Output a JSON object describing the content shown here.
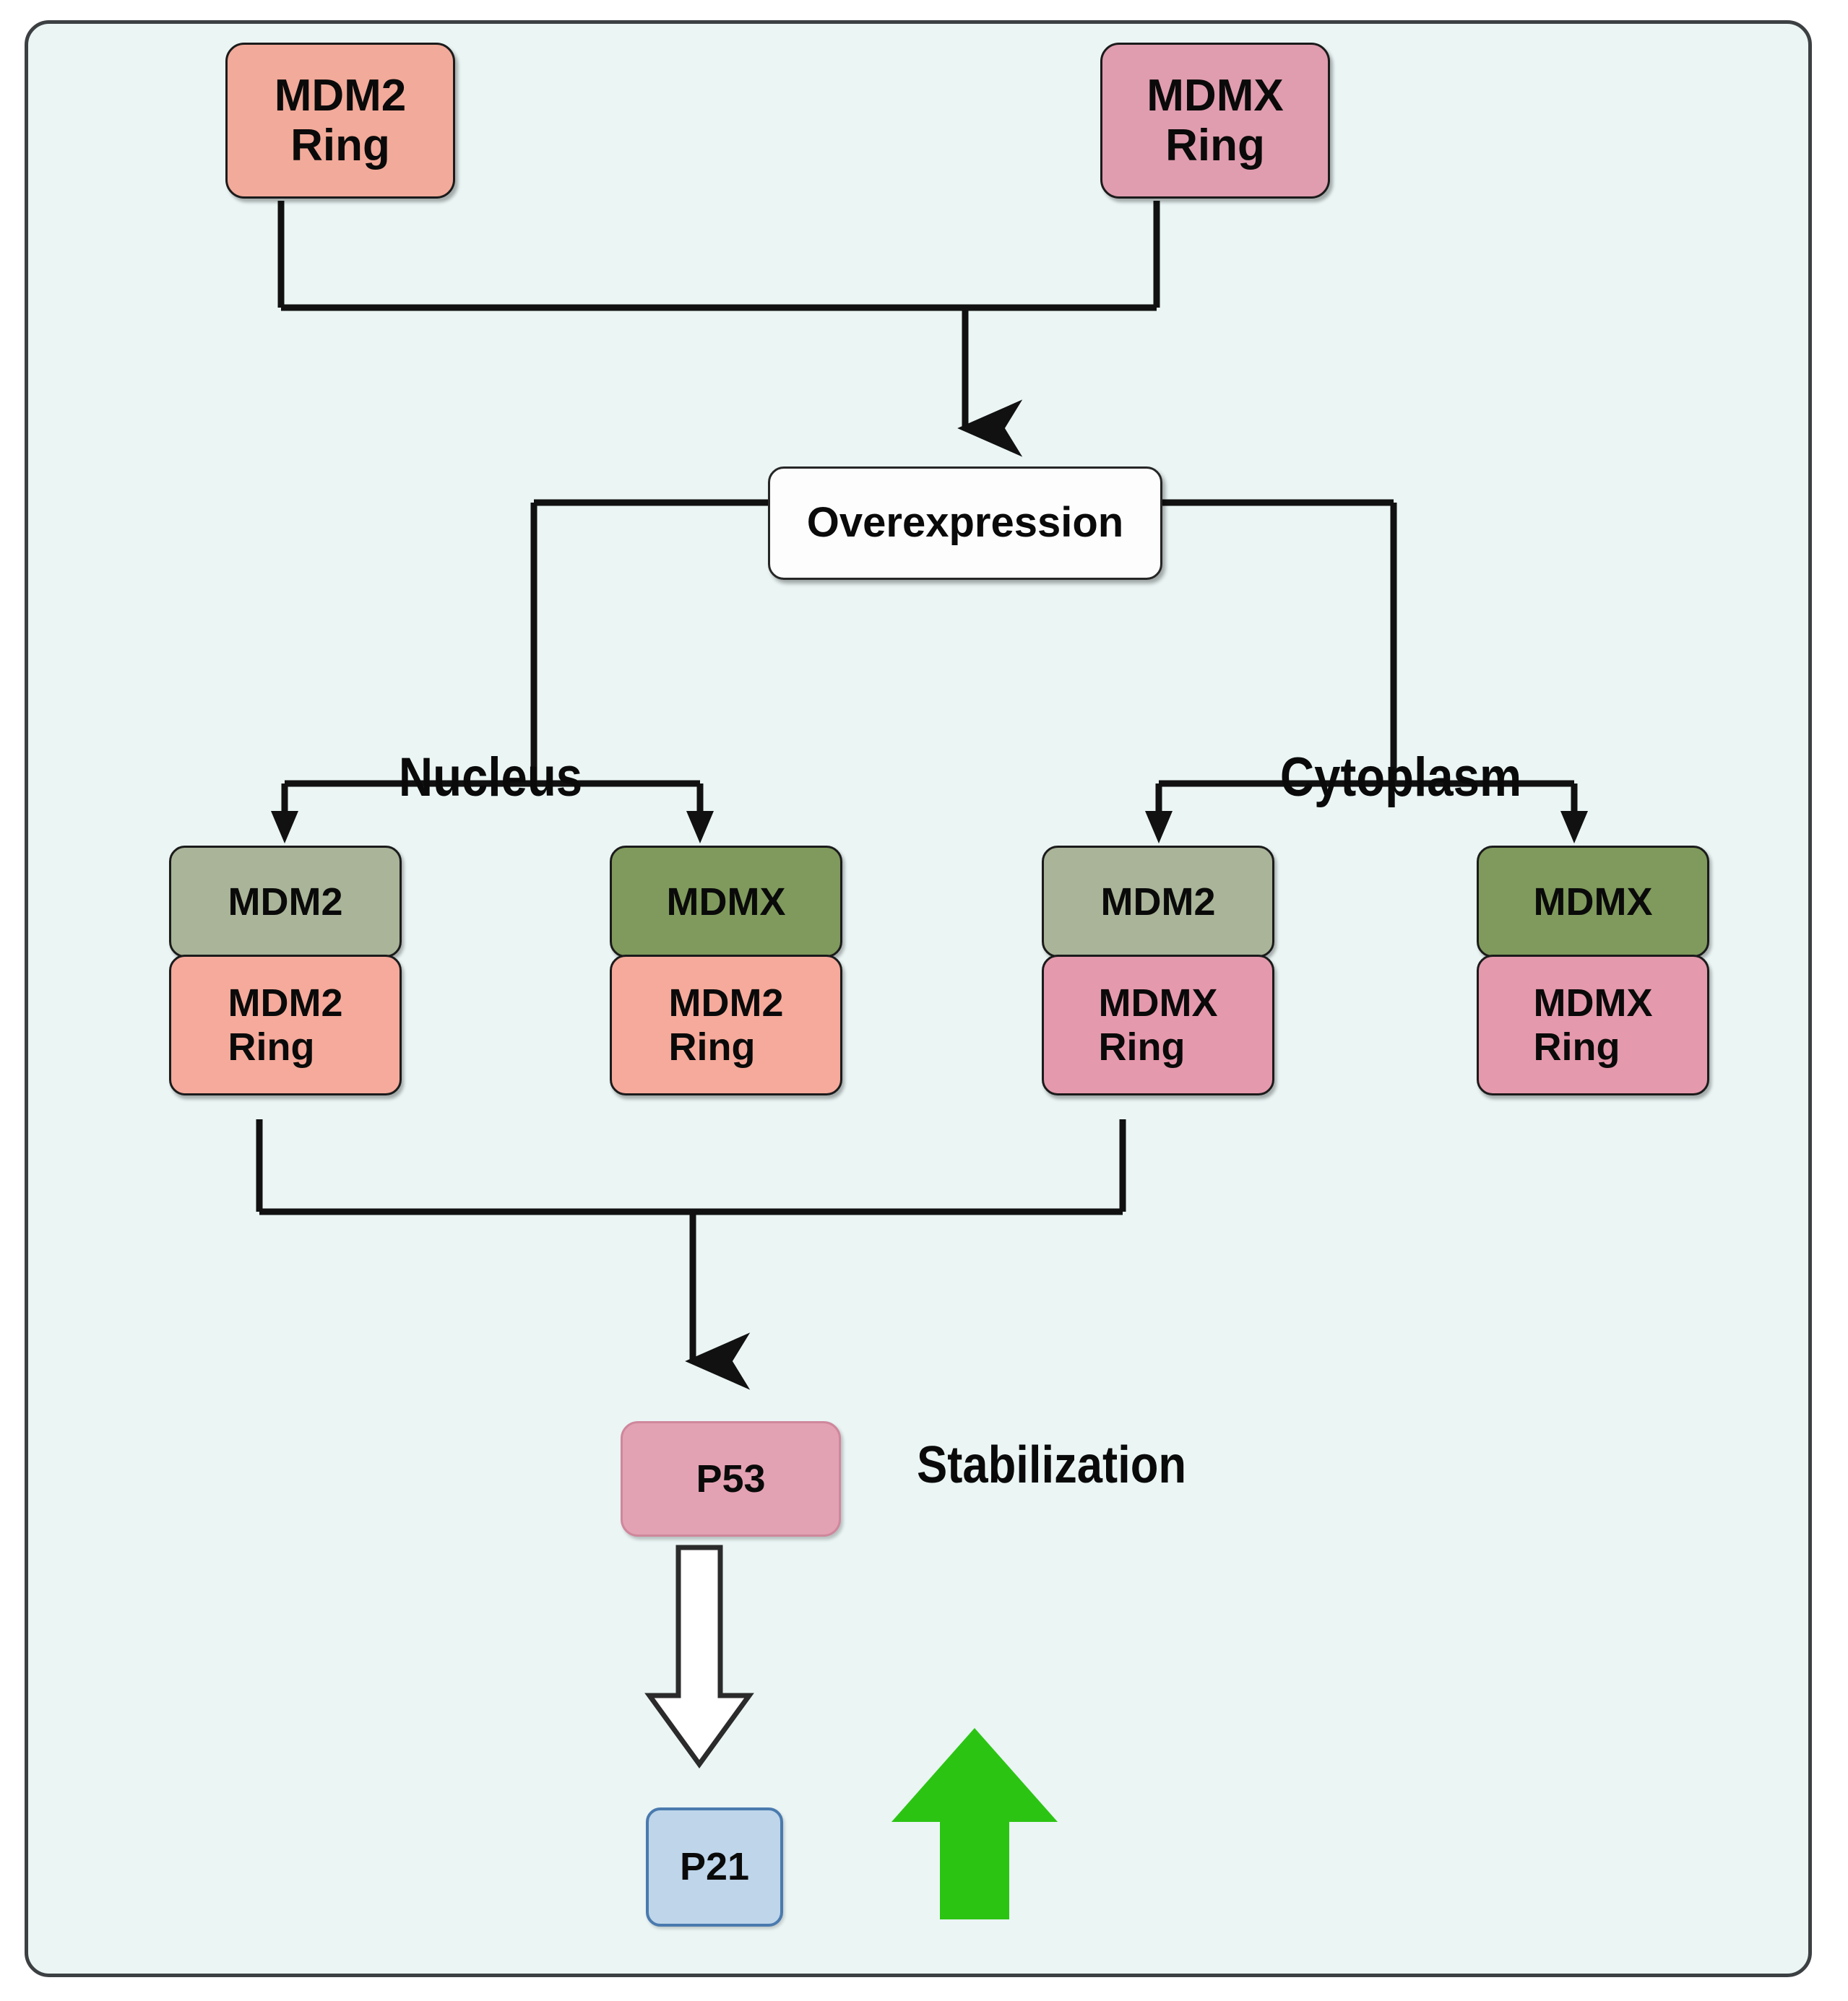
{
  "figure": {
    "kind": "pathway-diagram",
    "background_color": "#eaf5f4",
    "frame_border_color": "#3c4042"
  },
  "top_row": {
    "mdm2_ring": {
      "label": "MDM2\nRing",
      "color": "#f2aa9a"
    },
    "mdmx_ring": {
      "label": "MDMX\nRing",
      "color": "#e09daf"
    }
  },
  "overexpression": {
    "label": "Overexpression",
    "color": "#fdfdfd"
  },
  "compartments": {
    "nucleus": {
      "label": "Nucleus"
    },
    "cytoplasm": {
      "label": "Cytoplasm"
    }
  },
  "complexes": [
    {
      "compartment": "Nucleus",
      "top": {
        "label": "MDM2",
        "color": "#a9b498"
      },
      "bottom": {
        "label": "MDM2\nRing",
        "color": "#f5aa9b"
      }
    },
    {
      "compartment": "Nucleus",
      "top": {
        "label": "MDMX",
        "color": "#7f9a5c"
      },
      "bottom": {
        "label": "MDM2\nRing",
        "color": "#f5aa9b"
      }
    },
    {
      "compartment": "Cytoplasm",
      "top": {
        "label": "MDM2",
        "color": "#a9b498"
      },
      "bottom": {
        "label": "MDMX\nRing",
        "color": "#e599ac"
      }
    },
    {
      "compartment": "Cytoplasm",
      "top": {
        "label": "MDMX",
        "color": "#7f9a5c"
      },
      "bottom": {
        "label": "MDMX\nRing",
        "color": "#e599ac"
      }
    }
  ],
  "outcome": {
    "p53": {
      "label": "P53",
      "color": "#e3a2b4"
    },
    "stabilization_label": "Stabilization",
    "p21": {
      "label": "P21",
      "color": "#bed5ea",
      "border_color": "#4a7aae"
    },
    "upregulation_arrow": {
      "name": "green-up-arrow",
      "color": "#2cc413"
    }
  },
  "connector_color": "#111111"
}
